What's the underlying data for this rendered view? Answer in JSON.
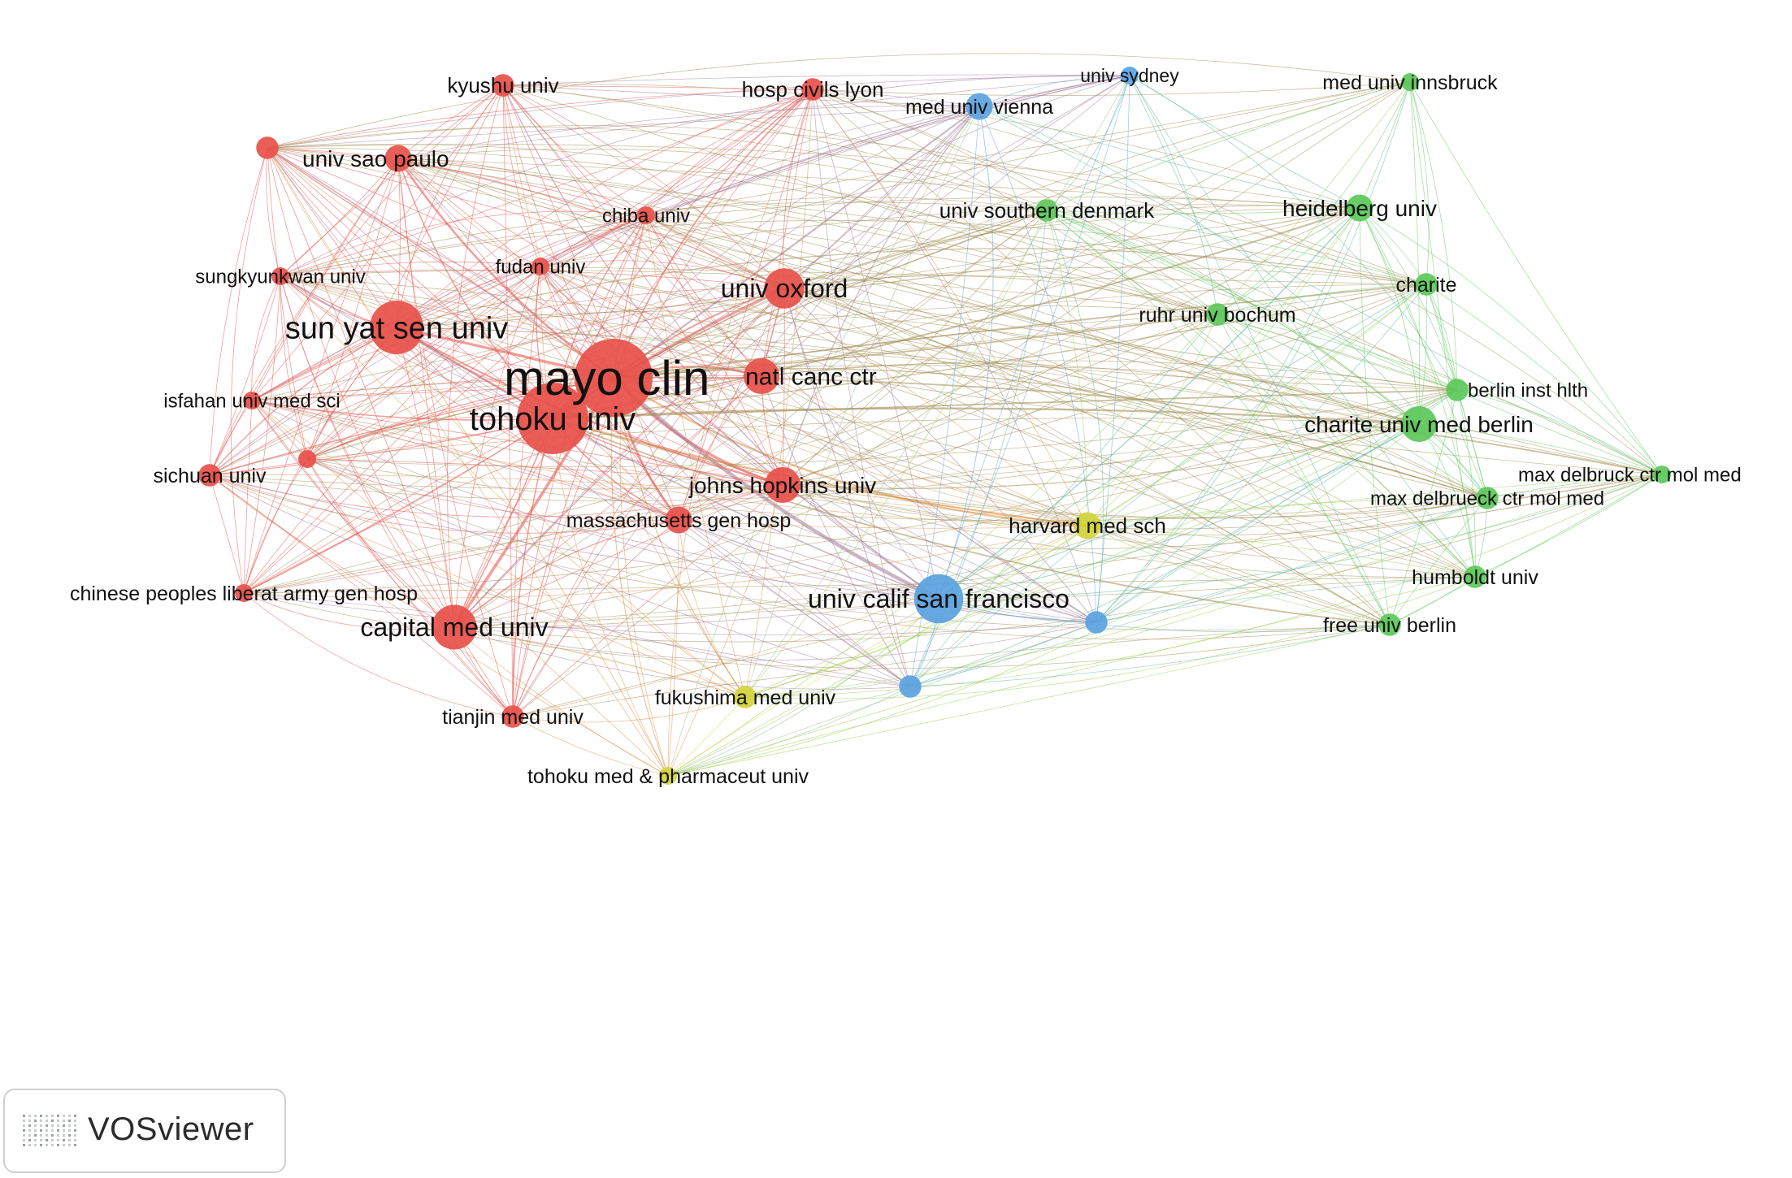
{
  "legend_logo": {
    "text": "VOSviewer"
  },
  "clusters": {
    "1": "#e8504a",
    "2": "#5cc85a",
    "3": "#5aa2e0",
    "4": "#d2d43a"
  },
  "nodes": [
    {
      "id": "mayo",
      "label": "mayo clin",
      "cluster": 1,
      "weight": 10
    },
    {
      "id": "tohoku",
      "label": "tohoku univ",
      "cluster": 1,
      "weight": 8
    },
    {
      "id": "sunyat",
      "label": "sun yat sen univ",
      "cluster": 1,
      "weight": 6
    },
    {
      "id": "oxford",
      "label": "univ oxford",
      "cluster": 1,
      "weight": 4.5
    },
    {
      "id": "natlcanc",
      "label": "natl canc ctr",
      "cluster": 1,
      "weight": 4
    },
    {
      "id": "hopkins",
      "label": "johns hopkins univ",
      "cluster": 1,
      "weight": 4
    },
    {
      "id": "capital",
      "label": "capital med univ",
      "cluster": 1,
      "weight": 5
    },
    {
      "id": "kyushu",
      "label": "kyushu univ",
      "cluster": 1,
      "weight": 2.5
    },
    {
      "id": "lyon",
      "label": "hosp civils lyon",
      "cluster": 1,
      "weight": 2.5
    },
    {
      "id": "saopaulo",
      "label": "univ sao paulo",
      "cluster": 1,
      "weight": 3
    },
    {
      "id": "chiba",
      "label": "chiba univ",
      "cluster": 1,
      "weight": 2
    },
    {
      "id": "fudan",
      "label": "fudan univ",
      "cluster": 1,
      "weight": 2
    },
    {
      "id": "sungkyunkwan",
      "label": "sungkyunkwan univ",
      "cluster": 1,
      "weight": 2
    },
    {
      "id": "isfahan",
      "label": "isfahan univ med sci",
      "cluster": 1,
      "weight": 2
    },
    {
      "id": "sichuan",
      "label": "sichuan univ",
      "cluster": 1,
      "weight": 2.5
    },
    {
      "id": "massgen",
      "label": "massachusetts gen hosp",
      "cluster": 1,
      "weight": 3
    },
    {
      "id": "chinesepla",
      "label": "chinese peoples liberat army gen hosp",
      "cluster": 1,
      "weight": 2
    },
    {
      "id": "tianjin",
      "label": "tianjin med univ",
      "cluster": 1,
      "weight": 2.5
    },
    {
      "id": "unlabeled1",
      "label": "",
      "cluster": 1,
      "weight": 2.5
    },
    {
      "id": "unlabeled2",
      "label": "",
      "cluster": 1,
      "weight": 2
    },
    {
      "id": "medvienna",
      "label": "med univ vienna",
      "cluster": 3,
      "weight": 3
    },
    {
      "id": "sydney",
      "label": "univ sydney",
      "cluster": 3,
      "weight": 2
    },
    {
      "id": "ucsf",
      "label": "univ calif san francisco",
      "cluster": 3,
      "weight": 5.5
    },
    {
      "id": "unlabeled3",
      "label": "",
      "cluster": 3,
      "weight": 2.5
    },
    {
      "id": "unlabeled4",
      "label": "",
      "cluster": 3,
      "weight": 2.5
    },
    {
      "id": "innsbruck",
      "label": "med univ innsbruck",
      "cluster": 2,
      "weight": 2
    },
    {
      "id": "sdenmark",
      "label": "univ southern denmark",
      "cluster": 2,
      "weight": 2.5
    },
    {
      "id": "heidelberg",
      "label": "heidelberg univ",
      "cluster": 2,
      "weight": 3
    },
    {
      "id": "charite",
      "label": "charite",
      "cluster": 2,
      "weight": 2.5
    },
    {
      "id": "ruhr",
      "label": "ruhr univ bochum",
      "cluster": 2,
      "weight": 2.5
    },
    {
      "id": "berlininst",
      "label": "berlin inst hlth",
      "cluster": 2,
      "weight": 2.5
    },
    {
      "id": "charitemed",
      "label": "charite univ med berlin",
      "cluster": 2,
      "weight": 4
    },
    {
      "id": "delbruck",
      "label": "max delbruck ctr mol med",
      "cluster": 2,
      "weight": 2
    },
    {
      "id": "delbrueck",
      "label": "max delbrueck ctr mol med",
      "cluster": 2,
      "weight": 2.5
    },
    {
      "id": "humboldt",
      "label": "humboldt univ",
      "cluster": 2,
      "weight": 2.5
    },
    {
      "id": "freeberlin",
      "label": "free univ berlin",
      "cluster": 2,
      "weight": 2.5
    },
    {
      "id": "harvard",
      "label": "harvard med sch",
      "cluster": 4,
      "weight": 3
    },
    {
      "id": "fukushima",
      "label": "fukushima med univ",
      "cluster": 4,
      "weight": 2.5
    },
    {
      "id": "tohokumed",
      "label": "tohoku med & pharmaceut univ",
      "cluster": 4,
      "weight": 2
    }
  ]
}
